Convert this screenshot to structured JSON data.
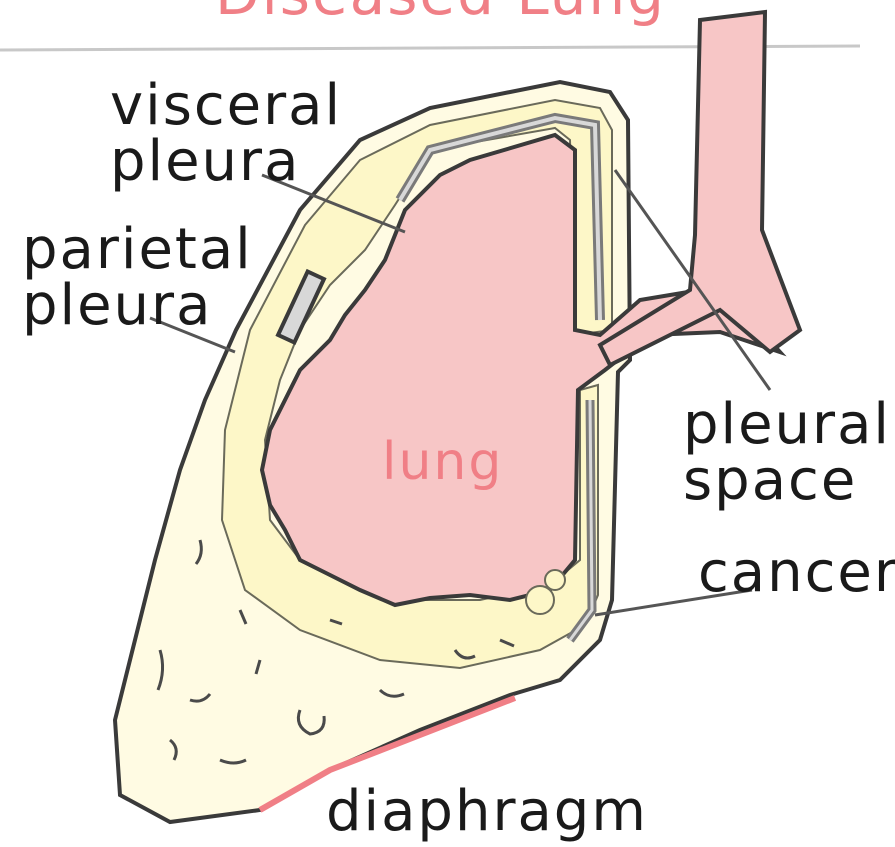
{
  "title": "Diseased Lung",
  "labels": {
    "visceral_pleura": [
      "visceral",
      "pleura"
    ],
    "parietal_pleura": [
      "parietal",
      "pleura"
    ],
    "pleural_space": [
      "pleural",
      "space"
    ],
    "cancer": "cancer",
    "diaphragm": "diaphragm",
    "lung": "lung"
  },
  "colors": {
    "lung_fill": "#f7c6c6",
    "pleura_fill": "#fdf7c8",
    "effusion_fill": "#fffbe3",
    "outline": "#3a3a3a",
    "label_pink": "#f07f86",
    "leader_line": "#555555"
  }
}
